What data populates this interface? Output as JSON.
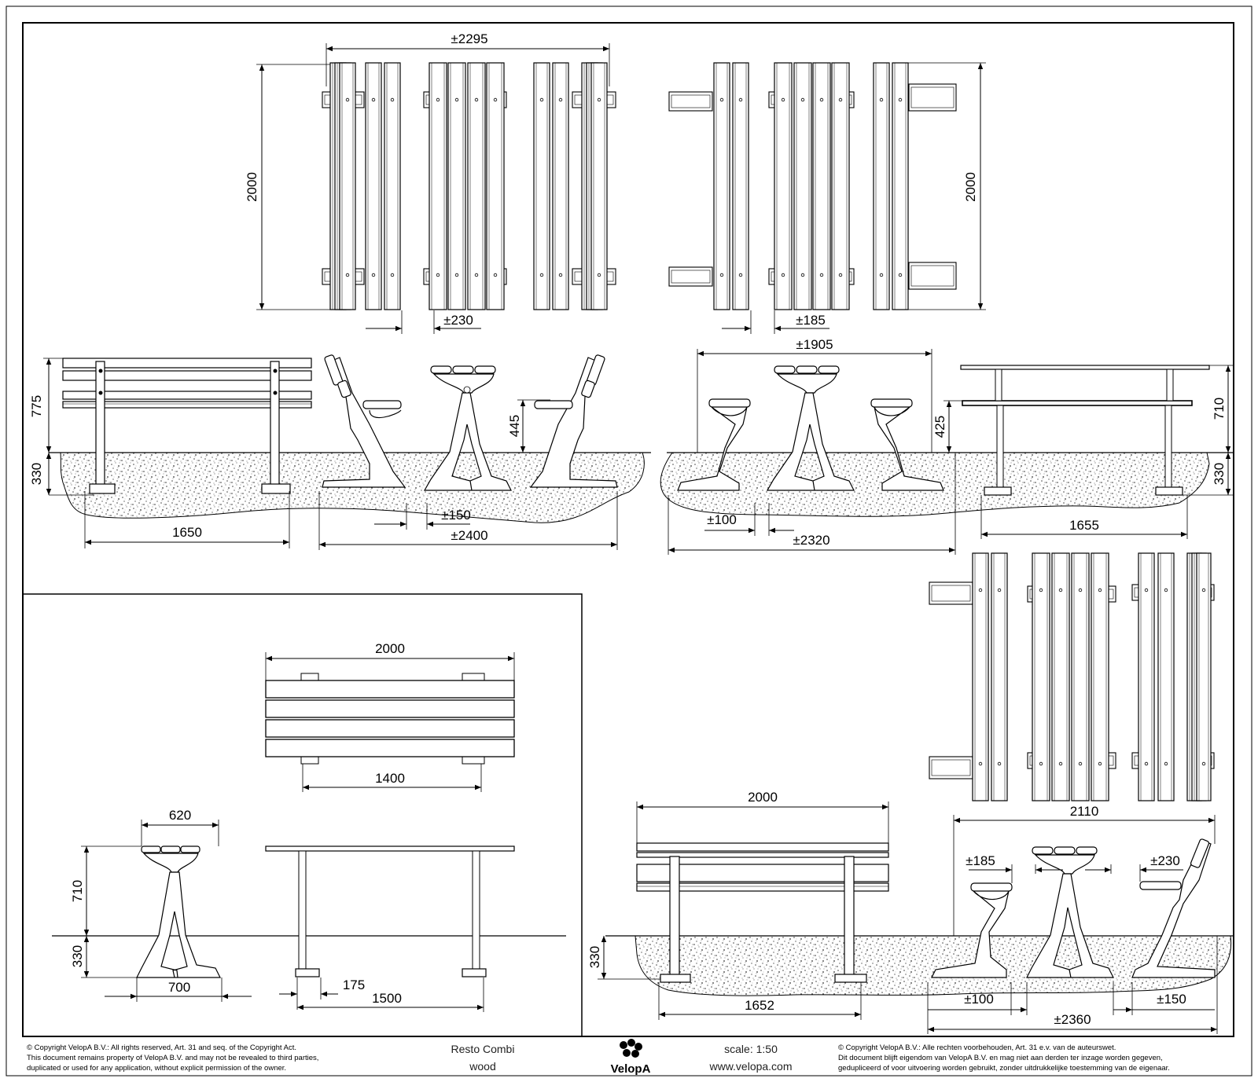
{
  "dimensions": {
    "top_width_1": "±2295",
    "top_height_1": "2000",
    "top_gap_1": "±230",
    "top_height_2": "2000",
    "top_gap_2": "±185",
    "width_1905": "±1905",
    "h775": "775",
    "h330_a": "330",
    "h445": "445",
    "h425": "425",
    "h710_a": "710",
    "h330_b": "330",
    "w1650": "1650",
    "w150_a": "±150",
    "w2400": "±2400",
    "w100_a": "±100",
    "w2320": "±2320",
    "w1655": "1655",
    "w2000_a": "2000",
    "w1400": "1400",
    "w620": "620",
    "h710_b": "710",
    "h330_c": "330",
    "w700": "700",
    "w175": "175",
    "w1500": "1500",
    "w2000_b": "2000",
    "w2110": "2110",
    "w185_b": "±185",
    "w230_b": "±230",
    "h330_d": "330",
    "w1652": "1652",
    "w100_b": "±100",
    "w150_b": "±150",
    "w2360": "±2360"
  },
  "footer": {
    "copyright_en_1": "©  Copyright VelopA B.V.: All rights reserved, Art. 31 and seq. of the Copyright Act.",
    "copyright_en_2": "This document remains property of VelopA B.V. and may not be revealed to third parties,",
    "copyright_en_3": "duplicated or used for any application, without explicit permission of the owner.",
    "product_name": "Resto Combi",
    "material": "wood",
    "brand": "VelopA",
    "scale": "scale: 1:50",
    "website": "www.velopa.com",
    "copyright_nl_1": "©  Copyright VelopA B.V.: Alle rechten voorbehouden, Art. 31 e.v. van de auteurswet.",
    "copyright_nl_2": "Dit document blijft eigendom van VelopA B.V. en mag niet aan derden ter inzage worden gegeven,",
    "copyright_nl_3": "gedupliceerd of voor uitvoering worden gebruikt, zonder uitdrukkelijke toestemming van de eigenaar."
  }
}
